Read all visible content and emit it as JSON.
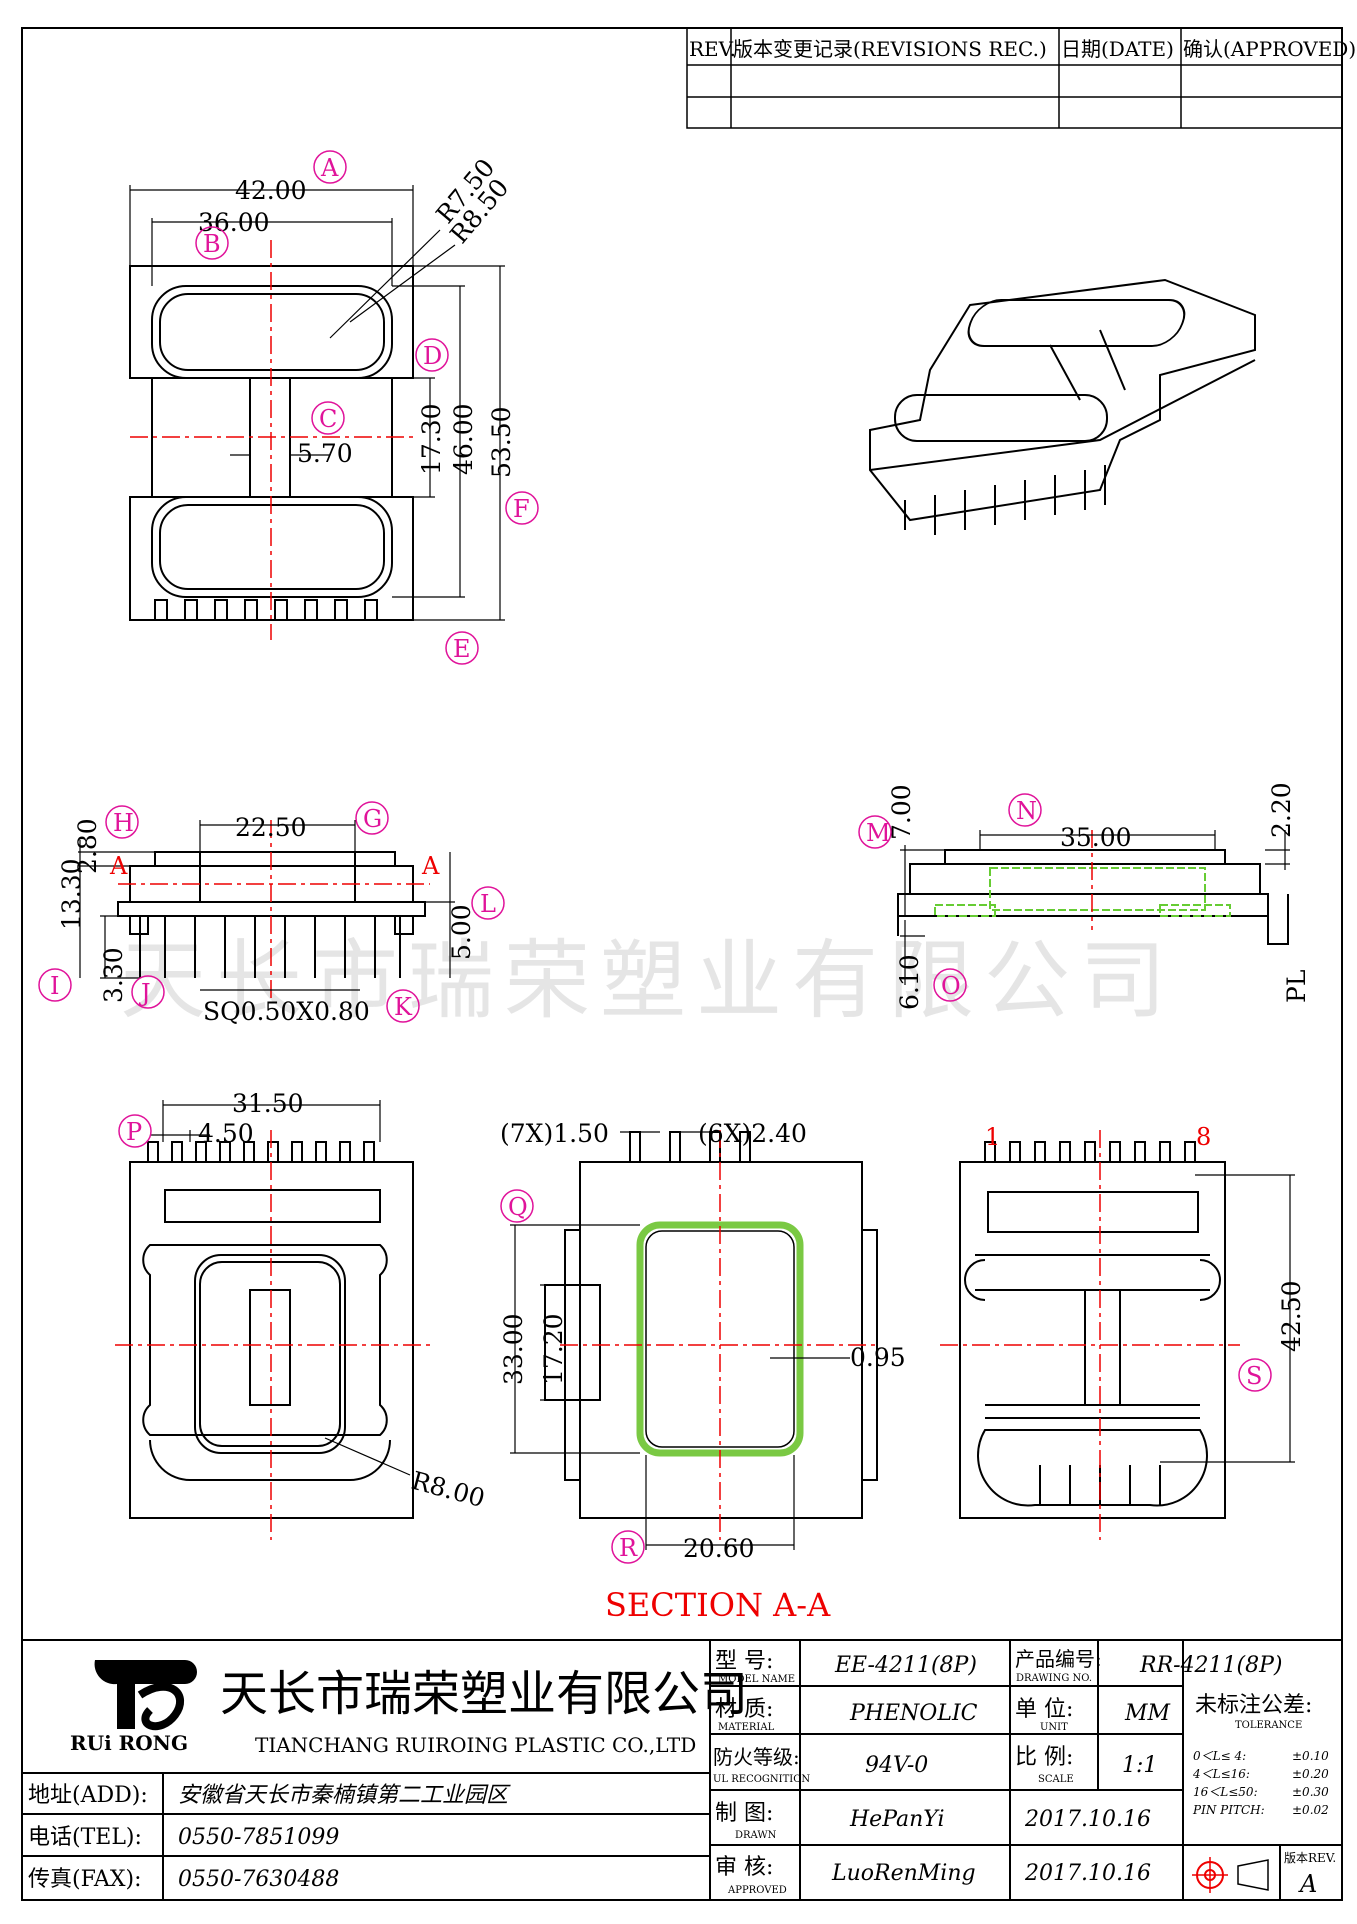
{
  "revision_table": {
    "headers": [
      "REV.",
      "版本变更记录(REVISIONS REC.)",
      "日期(DATE)",
      "确认(APPROVED)"
    ]
  },
  "top_view": {
    "dims": [
      "42.00",
      "36.00",
      "R7.50",
      "R8.50",
      "17.30",
      "46.00",
      "53.50",
      "5.70"
    ],
    "labels": [
      "A",
      "B",
      "C",
      "D",
      "E",
      "F"
    ]
  },
  "front_view": {
    "dims": [
      "22.50",
      "2.80",
      "13.30",
      "3.30",
      "5.00",
      "SQ0.50X0.80"
    ],
    "section_marks": [
      "A",
      "A"
    ],
    "labels": [
      "G",
      "H",
      "I",
      "J",
      "K",
      "L"
    ]
  },
  "side_view": {
    "dims": [
      "7.00",
      "35.00",
      "2.20",
      "6.10",
      "PL"
    ],
    "labels": [
      "M",
      "N",
      "O"
    ]
  },
  "bottom_view": {
    "dims": [
      "31.50",
      "4.50",
      "R8.00"
    ],
    "labels": [
      "P"
    ]
  },
  "section_view": {
    "dims": [
      "(7X)1.50",
      "(6X)2.40",
      "33.00",
      "17.20",
      "0.95",
      "20.60"
    ],
    "labels": [
      "Q",
      "R"
    ],
    "title": "SECTION A-A"
  },
  "pin_view": {
    "dims": [
      "42.50"
    ],
    "pin_numbers": [
      "1",
      "8"
    ],
    "labels": [
      "S"
    ]
  },
  "watermark": "天长市瑞荣塑业有限公司",
  "title_block": {
    "company_cn": "天长市瑞荣塑业有限公司",
    "company_en": "TIANCHANG RUIROING PLASTIC CO.,LTD",
    "logo_text": "RUi RONG",
    "address_label": "地址(ADD):",
    "address": "安徽省天长市秦楠镇第二工业园区",
    "tel_label": "电话(TEL):",
    "tel": "0550-7851099",
    "fax_label": "传真(FAX):",
    "fax": "0550-7630488",
    "model_label": "型 号:",
    "model_label_en": "MODEL NAME",
    "model": "EE-4211(8P)",
    "drawing_label": "产品编号:",
    "drawing_label_en": "DRAWING NO.",
    "drawing_no": "RR-4211(8P)",
    "material_label": "材 质:",
    "material_label_en": "MATERIAL",
    "material": "PHENOLIC",
    "unit_label": "单 位:",
    "unit_label_en": "UNIT",
    "unit": "MM",
    "ul_label": "防火等级:",
    "ul_label_en": "UL RECOGNITION",
    "ul": "94V-0",
    "scale_label": "比 例:",
    "scale_label_en": "SCALE",
    "scale": "1:1",
    "drawn_label": "制 图:",
    "drawn_label_en": "DRAWN",
    "drawn": "HePanYi",
    "drawn_date": "2017.10.16",
    "approved_label": "审 核:",
    "approved_label_en": "APPROVED",
    "approved": "LuoRenMing",
    "approved_date": "2017.10.16",
    "tolerance_title": "未标注公差:",
    "tolerance_en": "TOLERANCE",
    "tolerances": [
      {
        "range": "0＜L≤ 4:",
        "value": "±0.10"
      },
      {
        "range": "4＜L≤16:",
        "value": "±0.20"
      },
      {
        "range": "16＜L≤50:",
        "value": "±0.30"
      },
      {
        "range": "PIN PITCH:",
        "value": "±0.02"
      }
    ],
    "rev_label": "版本REV.",
    "rev": "A"
  }
}
